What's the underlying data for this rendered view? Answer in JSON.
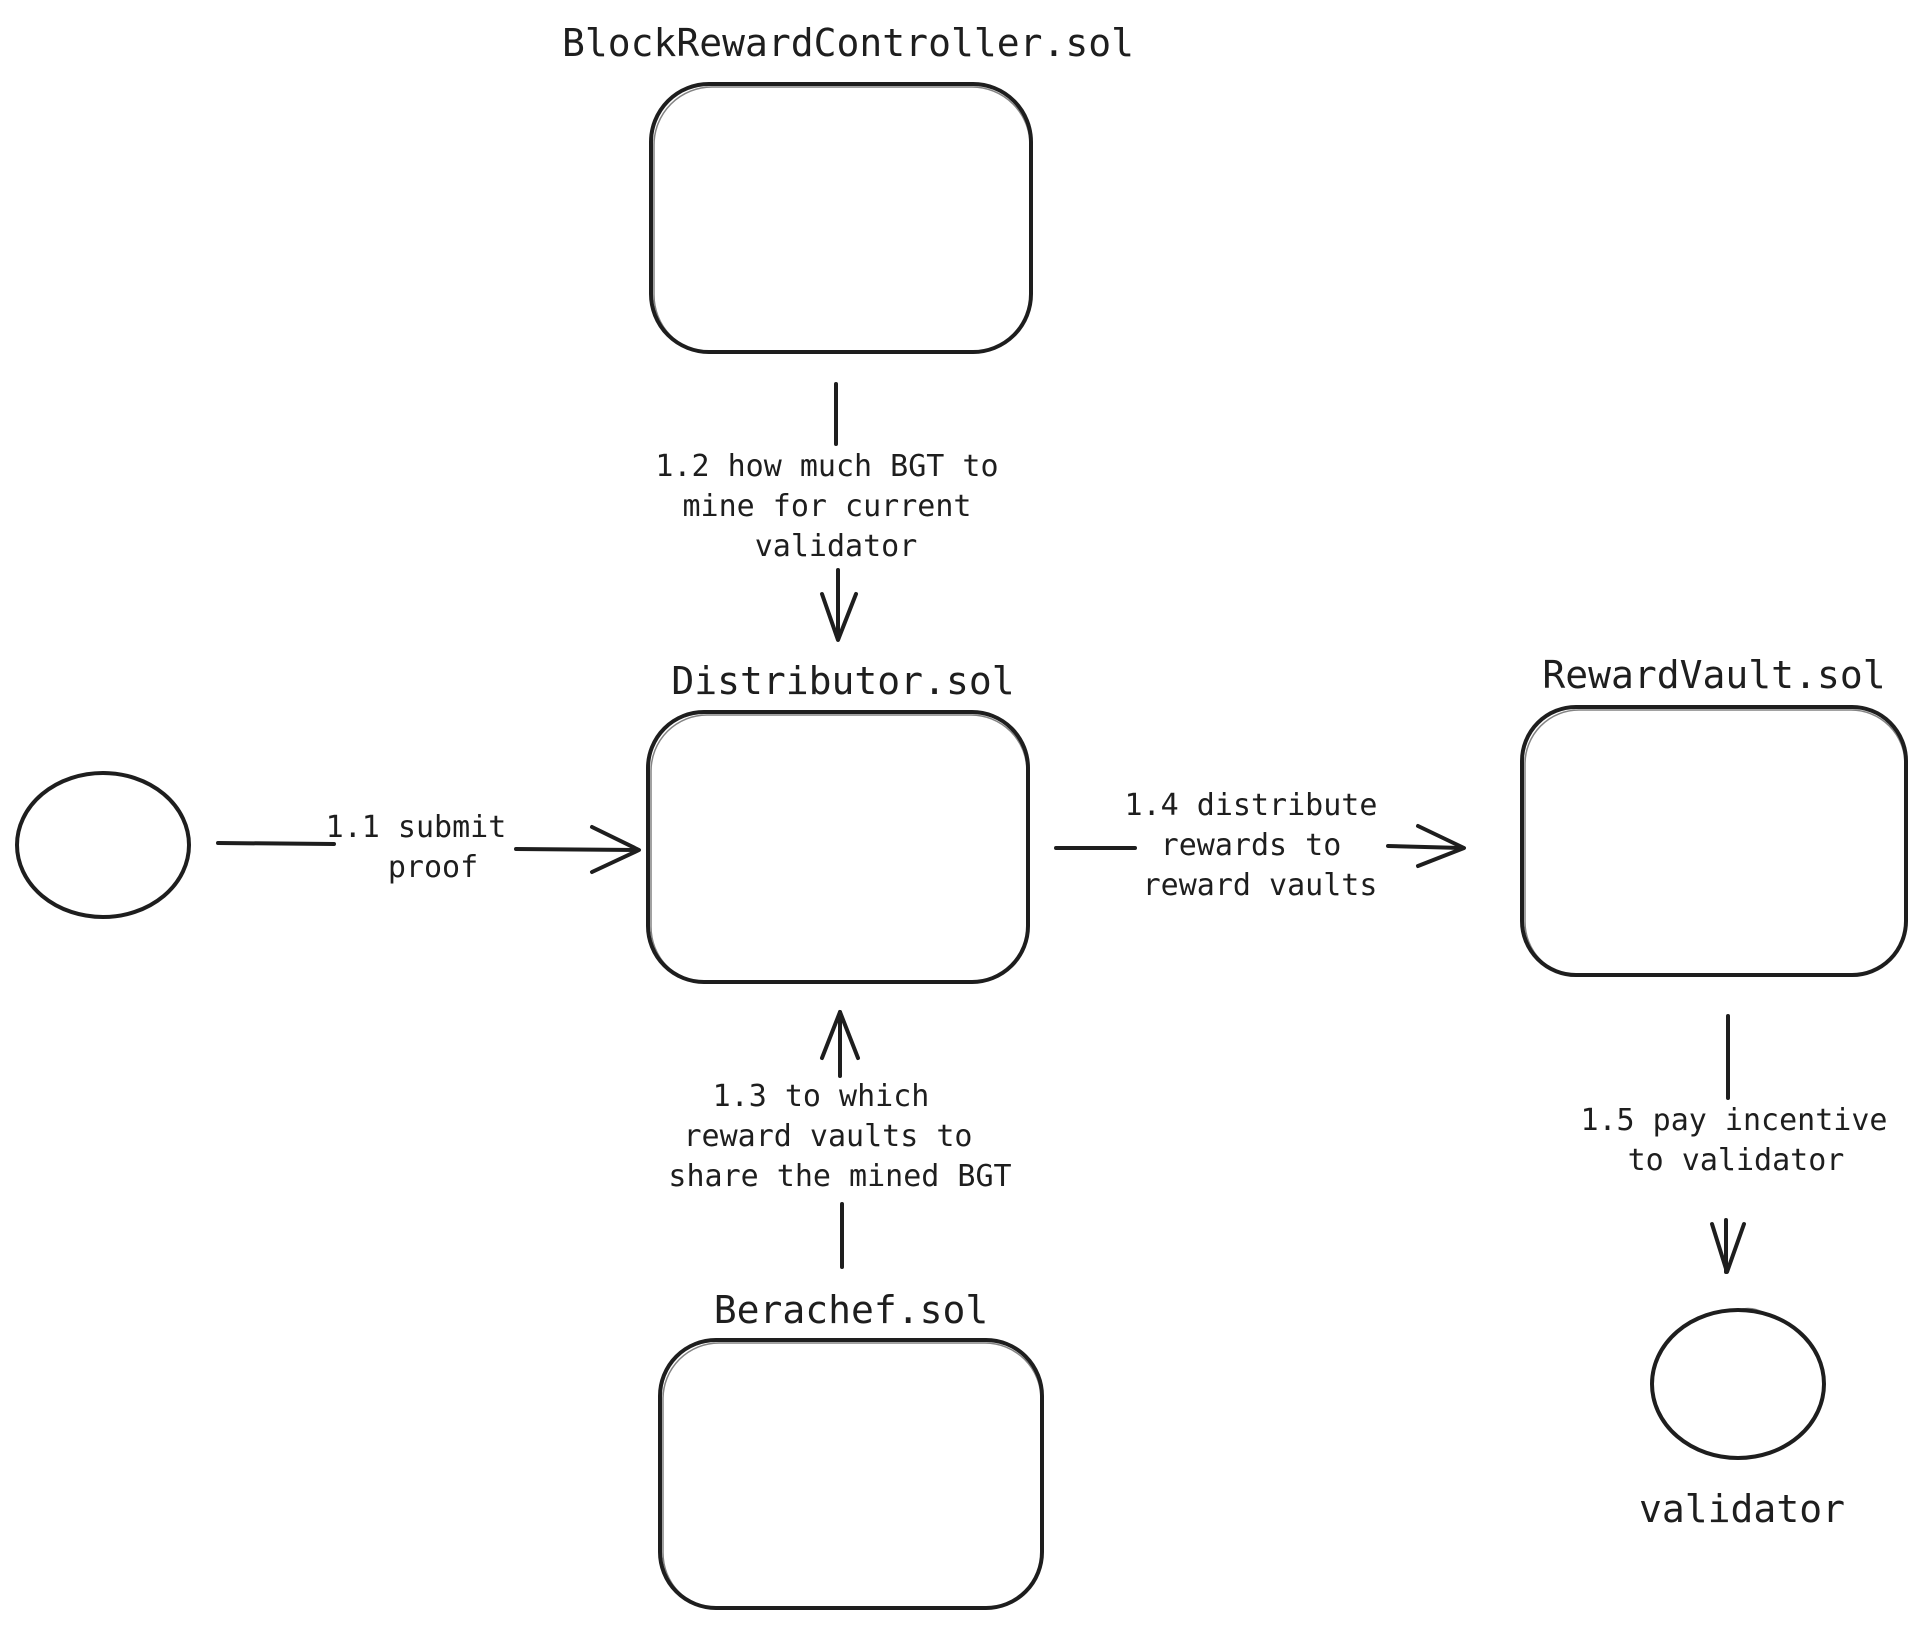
{
  "nodes": {
    "block_reward_controller": {
      "title": "BlockRewardController.sol"
    },
    "distributor": {
      "title": "Distributor.sol"
    },
    "reward_vault": {
      "title": "RewardVault.sol"
    },
    "berachef": {
      "title": "Berachef.sol"
    },
    "submitter": {
      "title": ""
    },
    "validator": {
      "title": "validator"
    }
  },
  "edges": {
    "e1_1": {
      "lines": [
        "1.1 submit",
        "proof"
      ]
    },
    "e1_2": {
      "lines": [
        "1.2 how much BGT to",
        "mine for current",
        "validator"
      ]
    },
    "e1_3": {
      "lines": [
        "1.3 to which",
        "reward vaults to",
        "share the mined BGT"
      ]
    },
    "e1_4": {
      "lines": [
        "1.4 distribute",
        "rewards to",
        "reward vaults"
      ]
    },
    "e1_5": {
      "lines": [
        "1.5 pay incentive",
        "to validator"
      ]
    }
  },
  "colors": {
    "stroke": "#1e1e1e",
    "background": "#ffffff"
  }
}
